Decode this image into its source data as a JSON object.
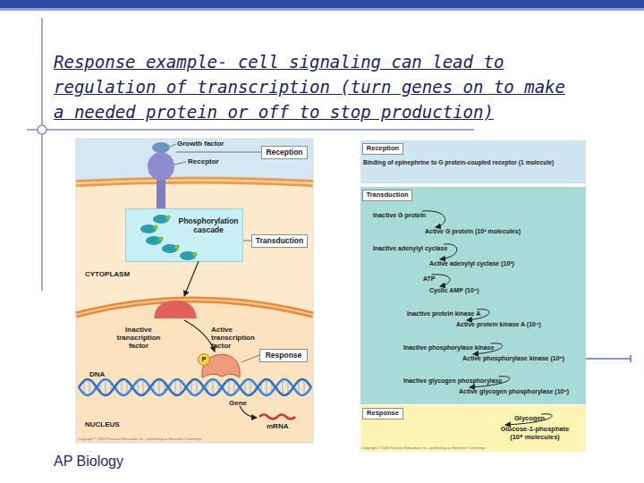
{
  "diagram": {
    "title": "Response example- cell signaling can lead to regulation of transcription (turn genes on to make a needed protein or off to stop production)",
    "nodes": [
      {
        "text": [
          "Reception"
        ]
      },
      {
        "text": [
          "Phosphorylation cascade"
        ]
      },
      {
        "text": [
          "Transduction"
        ]
      },
      {
        "text": [
          "Response"
        ]
      },
      {
        "text": [
          "Binding of epinephrine to G protein-coupled receptor (1 molecule)"
        ]
      },
      {
        "text": [
          "Reception"
        ],
        "in": 4
      },
      {
        "text": [
          "Inactive G protein",
          "Active G protein (10² molecules)",
          "Inactive adenylyl cyclase",
          "Active adenylyl cyclase (10²)",
          "ATP",
          "Cyclic AMP (10⁴)",
          "Inactive protein kinase A",
          "Active protein kinase A (10⁴)",
          "Inactive phosphorylase kinase",
          "Active phosphorylase kinase (10⁵)",
          "Inactive glycogen phosphorylase",
          "Active glycogen phosphorylase (10⁶)"
        ]
      },
      {
        "text": [
          "Transduction"
        ],
        "in": 6
      },
      {
        "text": [
          "Glycogen",
          "Glucose-1-phosphate (10⁸ molecules)"
        ]
      },
      {
        "text": [
          "Response"
        ],
        "in": 8
      }
    ],
    "labels": [
      "Growth factor",
      "Receptor",
      "CYTOPLASM",
      "Inactive transcription factor",
      "Active transcription factor",
      "P",
      "DNA",
      "Gene",
      "NUCLEUS",
      "mRNA",
      "Copyright © 2005 Pearson Education, Inc., publishing as Benjamin Cummings",
      "Copyright © 2005 Pearson Education, Inc., publishing as Benjamin Cummings",
      "AP Biology"
    ]
  }
}
